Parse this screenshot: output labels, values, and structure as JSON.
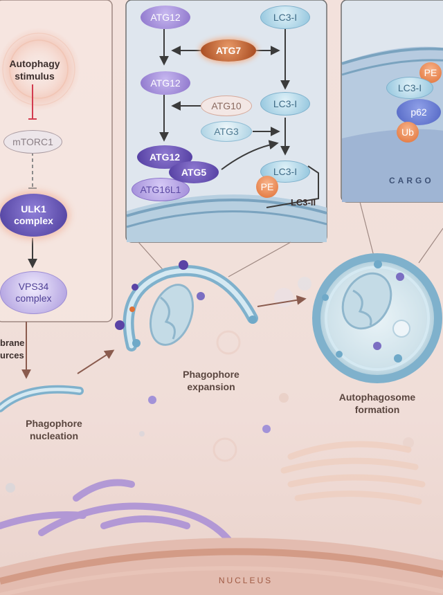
{
  "left_panel": {
    "stimulus": "Autophagy stimulus",
    "mtorc1": "mTORC1",
    "ulk1": "ULK1 complex",
    "vps34": "VPS34 complex",
    "membrane_sources": "brane\nurces"
  },
  "center_panel": {
    "atg12_top": "ATG12",
    "atg7": "ATG7",
    "lc3_top": "LC3-I",
    "atg12_mid": "ATG12",
    "atg10": "ATG10",
    "lc3_mid": "LC3-I",
    "atg3": "ATG3",
    "atg12_bottom": "ATG12",
    "atg5": "ATG5",
    "atg16l1": "ATG16L1",
    "lc3_bottom": "LC3-I",
    "pe": "PE",
    "lc3_ii": "LC3-II"
  },
  "right_panel": {
    "pe": "PE",
    "lc3": "LC3-I",
    "p62": "p62",
    "ub": "Ub",
    "cargo": "CARGO"
  },
  "stages": {
    "nucleation": "Phagophore nucleation",
    "expansion": "Phagophore expansion",
    "autophagosome": "Autophagosome formation"
  },
  "nucleus": "NUCLEUS",
  "colors": {
    "purple": "#7b5cc2",
    "blue": "#8fc3dc",
    "orange": "#e8874f",
    "brown_arrow": "#8a5b4e"
  }
}
